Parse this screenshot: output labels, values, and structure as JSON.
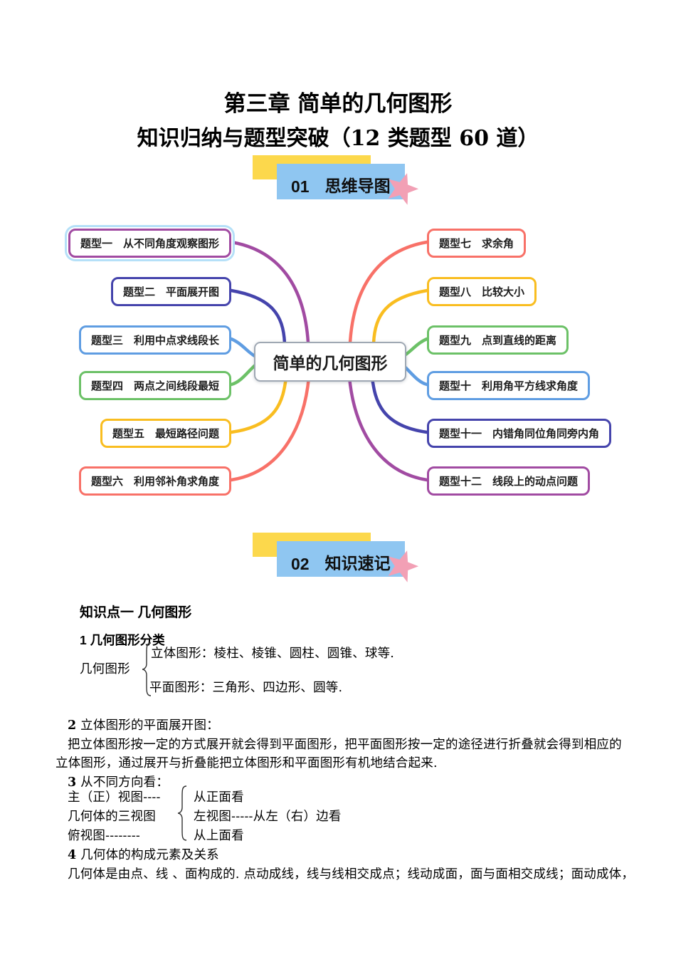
{
  "page": {
    "title": "第三章 简单的几何图形",
    "subtitle": "知识归纳与题型突破（12 类题型 60 道）"
  },
  "banners": {
    "b1": {
      "number": "01",
      "label": "思维导图"
    },
    "b2": {
      "number": "02",
      "label": "知识速记"
    }
  },
  "mindmap": {
    "center": "简单的几何图形",
    "left_nodes": [
      {
        "label": "题型一　从不同角度观察图形",
        "color": "#a14ba2"
      },
      {
        "label": "题型二　平面展开图",
        "color": "#4544ac"
      },
      {
        "label": "题型三　利用中点求线段长",
        "color": "#5f9de2"
      },
      {
        "label": "题型四　两点之间线段最短",
        "color": "#6cc167"
      },
      {
        "label": "题型五　最短路径问题",
        "color": "#f9bd20"
      },
      {
        "label": "题型六　利用邻补角求角度",
        "color": "#f87168"
      }
    ],
    "right_nodes": [
      {
        "label": "题型七　求余角",
        "color": "#f87168"
      },
      {
        "label": "题型八　比较大小",
        "color": "#f9bd20"
      },
      {
        "label": "题型九　点到直线的距离",
        "color": "#6cc167"
      },
      {
        "label": "题型十　利用角平方线求角度",
        "color": "#5f9de2"
      },
      {
        "label": "题型十一　内错角同位角同旁内角",
        "color": "#4544ac"
      },
      {
        "label": "题型十二　线段上的动点问题",
        "color": "#a14ba2"
      }
    ]
  },
  "knowledge": {
    "heading": "知识点一 几何图形",
    "item1": {
      "num": "1",
      "title": "几何图形分类",
      "root": "几何图形",
      "branch_top": "立体图形：棱柱、棱锥、圆柱、圆锥、球等.",
      "branch_bottom": "平面图形：三角形、四边形、圆等."
    },
    "item2": {
      "num": "2",
      "title": "立体图形的平面展开图：",
      "line1": "把立体图形按一定的方式展开就会得到平面图形，把平面图形按一定的途径进行折叠就会得到相应的",
      "line2": "立体图形，通过展开与折叠能把立体图形和平面图形有机地结合起来."
    },
    "item3": {
      "num": "3",
      "title": "从不同方向看：",
      "left_rows": [
        "主（正）视图----",
        "几何体的三视图",
        "俯视图--------"
      ],
      "right_rows": [
        "从正面看",
        "左视图-----从左（右）边看",
        "从上面看"
      ]
    },
    "item4": {
      "num": "4",
      "title": "几何体的构成元素及关系",
      "line1": "几何体是由点、线 、面构成的. 点动成线，线与线相交成点；线动成面，面与面相交成线；面动成体，"
    }
  },
  "colors": {
    "banner_yellow": "#fcd84c",
    "banner_blue": "#8fc6f1",
    "star_pink": "#f2a0b5",
    "center_border": "#9fa8b3",
    "branch_purple": "#a14ba2",
    "branch_indigo": "#4544ac",
    "branch_blue": "#5f9de2",
    "branch_green": "#6cc167",
    "branch_yellow": "#f9bd20",
    "branch_coral": "#f87168"
  }
}
